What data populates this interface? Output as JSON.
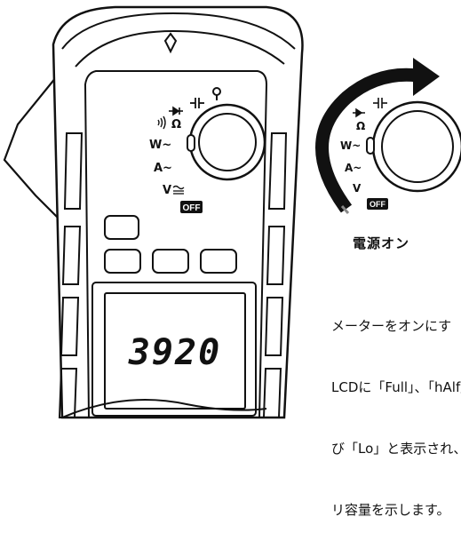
{
  "dial": {
    "off_label": "OFF",
    "w_label": "W~",
    "a_label": "A~",
    "v_label": "V",
    "ohm_label": "Ω",
    "flashlight_icon": "bulb-icon",
    "capacitor_icon": "capacitor-icon",
    "diode_icon": "diode-icon",
    "sound_icon": "continuity-icon"
  },
  "lcd": {
    "reading": "3920"
  },
  "figure_caption": "電源オン",
  "description": {
    "line1": "メーターをオンにす",
    "line2": "LCDに「Full」、「hAlf」",
    "line3": "び「Lo」と表示され、",
    "line4": "リ容量を示します。"
  },
  "colors": {
    "outline": "#111111",
    "fill": "#ffffff",
    "arrow": "#111111"
  }
}
